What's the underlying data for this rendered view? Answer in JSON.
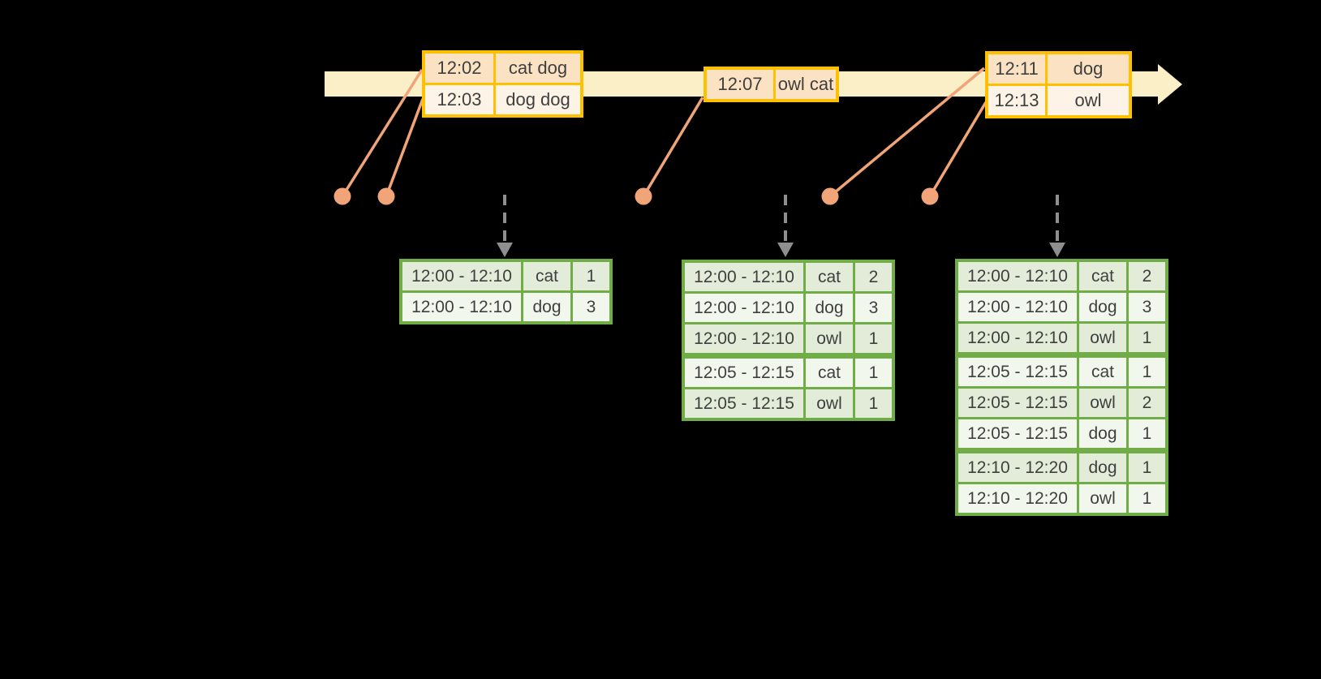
{
  "colors": {
    "background": "#000000",
    "timeline_fill": "#FBEFC8",
    "event_table_border": "#FFC000",
    "event_row_peach": "#FAE2C3",
    "event_row_light": "#FDF4E7",
    "connector_salmon": "#F0A478",
    "trigger_arrow_gray": "#8F8F8F",
    "result_table_border": "#71AD47",
    "result_row_dark": "#E2ECD8",
    "result_row_light": "#F2F7EE",
    "text": "#3F3F3F"
  },
  "event_tables": [
    {
      "name": "input-events-1",
      "rows": [
        {
          "time": "12:02",
          "words": "cat dog"
        },
        {
          "time": "12:03",
          "words": "dog dog"
        }
      ]
    },
    {
      "name": "input-events-2",
      "rows": [
        {
          "time": "12:07",
          "words": "owl cat"
        }
      ]
    },
    {
      "name": "input-events-3",
      "rows": [
        {
          "time": "12:11",
          "words": "dog"
        },
        {
          "time": "12:13",
          "words": "owl"
        }
      ]
    }
  ],
  "result_tables": [
    {
      "name": "windowed-counts-1",
      "rows": [
        {
          "window": "12:00 - 12:10",
          "word": "cat",
          "count": "1"
        },
        {
          "window": "12:00 - 12:10",
          "word": "dog",
          "count": "3"
        }
      ]
    },
    {
      "name": "windowed-counts-2",
      "rows": [
        {
          "window": "12:00 - 12:10",
          "word": "cat",
          "count": "2"
        },
        {
          "window": "12:00 - 12:10",
          "word": "dog",
          "count": "3"
        },
        {
          "window": "12:00 - 12:10",
          "word": "owl",
          "count": "1"
        },
        {
          "window": "12:05 - 12:15",
          "word": "cat",
          "count": "1"
        },
        {
          "window": "12:05 - 12:15",
          "word": "owl",
          "count": "1"
        }
      ]
    },
    {
      "name": "windowed-counts-3",
      "rows": [
        {
          "window": "12:00 - 12:10",
          "word": "cat",
          "count": "2"
        },
        {
          "window": "12:00 - 12:10",
          "word": "dog",
          "count": "3"
        },
        {
          "window": "12:00 - 12:10",
          "word": "owl",
          "count": "1"
        },
        {
          "window": "12:05 - 12:15",
          "word": "cat",
          "count": "1"
        },
        {
          "window": "12:05 - 12:15",
          "word": "owl",
          "count": "2"
        },
        {
          "window": "12:05 - 12:15",
          "word": "dog",
          "count": "1"
        },
        {
          "window": "12:10 - 12:20",
          "word": "dog",
          "count": "1"
        },
        {
          "window": "12:10 - 12:20",
          "word": "owl",
          "count": "1"
        }
      ]
    }
  ]
}
